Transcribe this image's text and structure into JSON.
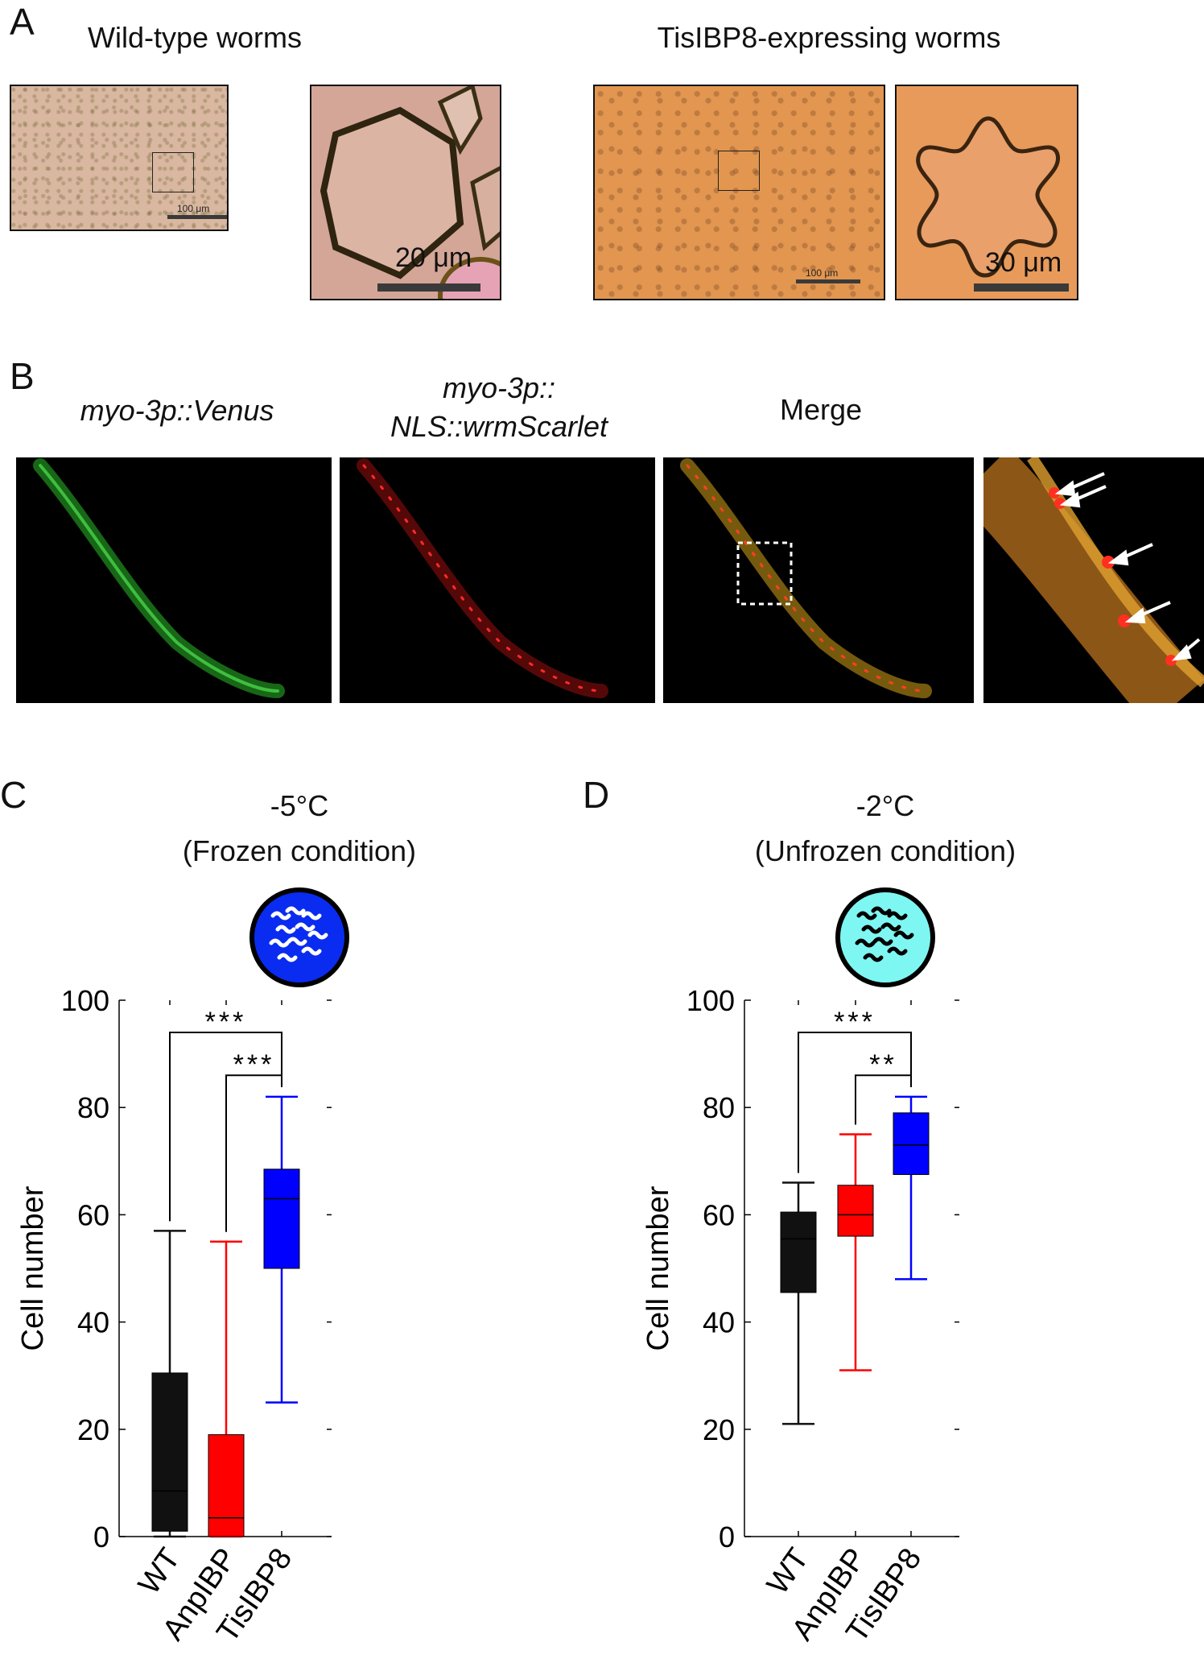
{
  "panelA": {
    "letter": "A",
    "wt_title": "Wild-type worms",
    "tis_title": "TisIBP8-expressing worms",
    "wt_scale_main": "100 μm",
    "wt_scale_zoom": "20 μm",
    "tis_scale_main": "100 μm",
    "tis_scale_zoom": "30 μm"
  },
  "panelB": {
    "letter": "B",
    "venus_title": "myo-3p::Venus",
    "scarlet_title_line1": "myo-3p::",
    "scarlet_title_line2": "NLS::wrmScarlet",
    "merge_title": "Merge"
  },
  "colors": {
    "wt": "#111111",
    "anpibp": "#ff0000",
    "tisibp8": "#0000ff",
    "frozen_dish": "#0a2cf0",
    "unfrozen_dish": "#7ef7f3"
  },
  "panelC": {
    "letter": "C",
    "title_line1": "-5°C",
    "title_line2": "(Frozen condition)"
  },
  "panelD": {
    "letter": "D",
    "title_line1": "-2°C",
    "title_line2": "(Unfrozen condition)"
  },
  "chart_data": [
    {
      "type": "box",
      "panel": "C",
      "title": "-5°C (Frozen condition)",
      "ylabel": "Cell number",
      "ylim": [
        0,
        100
      ],
      "yticks": [
        0,
        20,
        40,
        60,
        80,
        100
      ],
      "categories": [
        "WT",
        "AnpIBP",
        "TisIBP8"
      ],
      "boxes": [
        {
          "name": "WT",
          "min": 0,
          "q1": 1,
          "median": 8.5,
          "q3": 30.5,
          "max": 57,
          "color": "#111111"
        },
        {
          "name": "AnpIBP",
          "min": 0,
          "q1": 0,
          "median": 3.5,
          "q3": 19,
          "max": 55,
          "color": "#ff0000"
        },
        {
          "name": "TisIBP8",
          "min": 25,
          "q1": 50,
          "median": 63,
          "q3": 68.5,
          "max": 82,
          "color": "#0000ff"
        }
      ],
      "significance": [
        {
          "from": "WT",
          "to": "TisIBP8",
          "label": "***",
          "y": 94
        },
        {
          "from": "AnpIBP",
          "to": "TisIBP8",
          "label": "***",
          "y": 86
        }
      ]
    },
    {
      "type": "box",
      "panel": "D",
      "title": "-2°C (Unfrozen condition)",
      "ylabel": "Cell number",
      "ylim": [
        0,
        100
      ],
      "yticks": [
        0,
        20,
        40,
        60,
        80,
        100
      ],
      "categories": [
        "WT",
        "AnpIBP",
        "TisIBP8"
      ],
      "boxes": [
        {
          "name": "WT",
          "min": 21,
          "q1": 45.5,
          "median": 55.5,
          "q3": 60.5,
          "max": 66,
          "color": "#111111"
        },
        {
          "name": "AnpIBP",
          "min": 31,
          "q1": 56,
          "median": 60,
          "q3": 65.5,
          "max": 75,
          "color": "#ff0000"
        },
        {
          "name": "TisIBP8",
          "min": 48,
          "q1": 67.5,
          "median": 73,
          "q3": 79,
          "max": 82,
          "color": "#0000ff"
        }
      ],
      "significance": [
        {
          "from": "WT",
          "to": "TisIBP8",
          "label": "***",
          "y": 94
        },
        {
          "from": "AnpIBP",
          "to": "TisIBP8",
          "label": "**",
          "y": 86
        }
      ]
    }
  ]
}
